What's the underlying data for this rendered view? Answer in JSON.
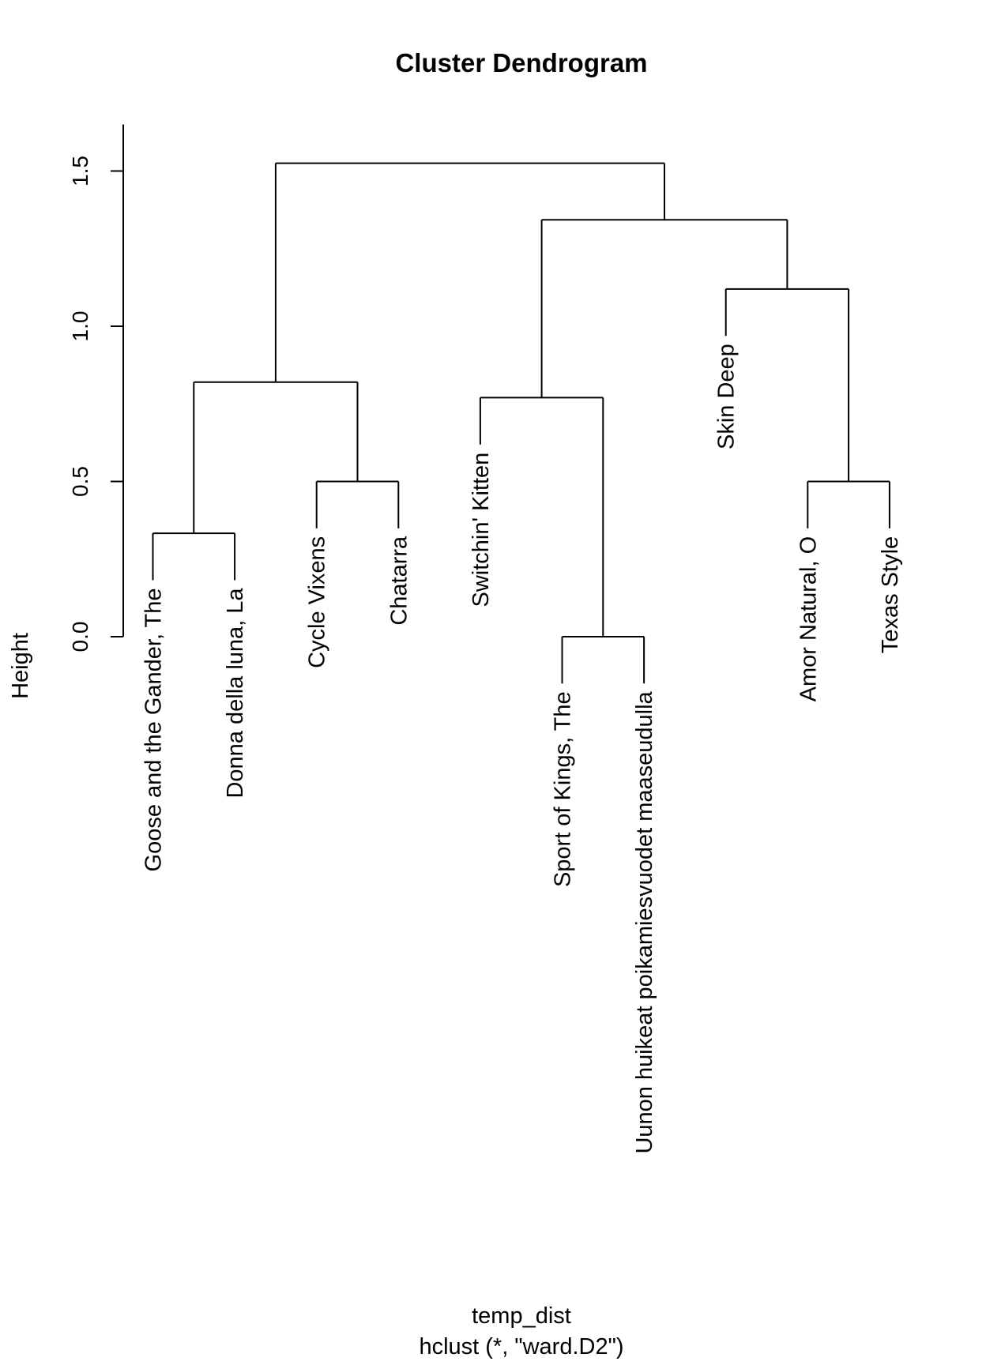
{
  "chart_data": {
    "type": "dendrogram",
    "title": "Cluster Dendrogram",
    "xlabel": "temp_dist",
    "sublabel": "hclust (*, \"ward.D2\")",
    "ylabel": "Height",
    "ylim": [
      0,
      1.65
    ],
    "yticks": [
      0,
      0.5,
      1,
      1.5
    ],
    "ytick_labels": [
      "0.0",
      "0.5",
      "1.0",
      "1.5"
    ],
    "leaves": [
      "Goose and the Gander, The",
      "Donna della luna, La",
      "Cycle Vixens",
      "Chatarra",
      "Switchin' Kitten",
      "Sport of Kings, The",
      "Uunon huikeat poikamiesvuodet maaseudulla",
      "Skin Deep",
      "Amor Natural, O",
      "Texas Style"
    ],
    "merges": [
      {
        "left": "L0",
        "right": "L1",
        "height": 0.333
      },
      {
        "left": "L2",
        "right": "L3",
        "height": 0.5
      },
      {
        "left": "M0",
        "right": "M1",
        "height": 0.82
      },
      {
        "left": "L5",
        "right": "L6",
        "height": 0.0
      },
      {
        "left": "L4",
        "right": "M3",
        "height": 0.77
      },
      {
        "left": "L8",
        "right": "L9",
        "height": 0.5
      },
      {
        "left": "L7",
        "right": "M5",
        "height": 1.12
      },
      {
        "left": "M4",
        "right": "M6",
        "height": 1.343
      },
      {
        "left": "M2",
        "right": "M7",
        "height": 1.525
      }
    ],
    "leaf_hang": 0.151
  }
}
